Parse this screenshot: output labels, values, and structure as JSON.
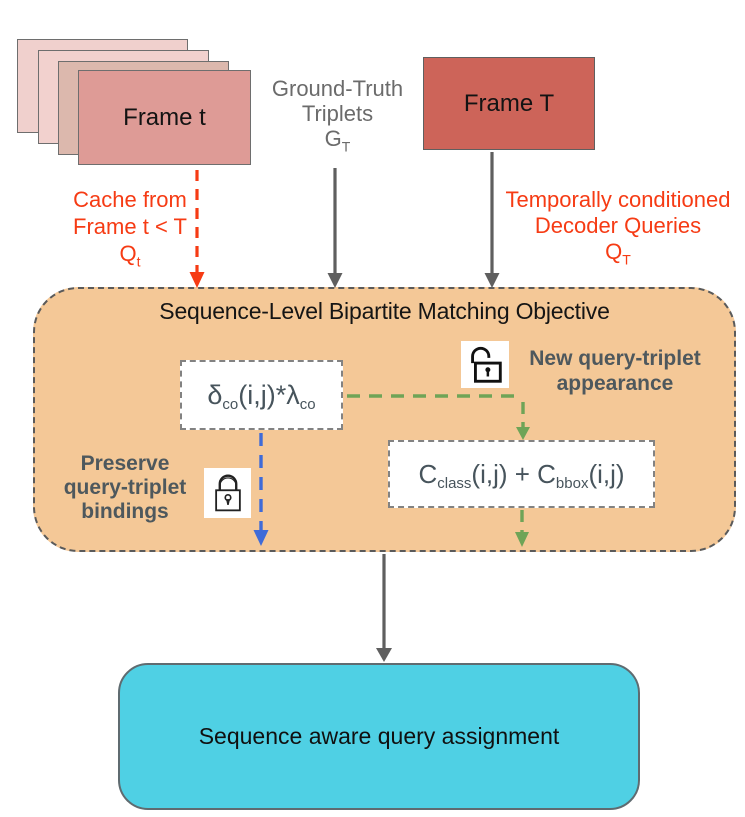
{
  "colors": {
    "accent_red": "#f63b14",
    "frame_stack_back1": "#f0d0cd",
    "frame_stack_back2": "#f2d1ce",
    "frame_stack_back3": "#dcb8ad",
    "frame_t_fill": "#de9b96",
    "frame_T_fill": "#cd6459",
    "matching_box_fill": "#f4c897",
    "output_box_fill": "#4fd0e4",
    "green_arrow": "#6fa457",
    "blue_arrow": "#3f6bd8",
    "gray_arrow": "#5f5f5f",
    "gray_text": "#6b6b6b",
    "dark_label_text": "#4e585d"
  },
  "frames_stack": {
    "front_label": "Frame t"
  },
  "frame_T": {
    "label": "Frame T"
  },
  "ground_truth_label": {
    "line1": "Ground-Truth",
    "line2": "Triplets",
    "symbol": "G",
    "subscript": "T"
  },
  "cache_label": {
    "line1": "Cache from",
    "line2": "Frame t < T",
    "symbol": "Q",
    "subscript": "t"
  },
  "decoder_label": {
    "line1": "Temporally conditioned",
    "line2": "Decoder Queries",
    "symbol": "Q",
    "subscript": "T"
  },
  "matching_box": {
    "title": "Sequence-Level Bipartite Matching Objective",
    "delta_formula": {
      "term1": "δ",
      "sub1": "co",
      "term2": "(i,j)*λ",
      "sub2": "co"
    },
    "cost_formula": {
      "term1": "C",
      "sub1": "class",
      "term2": "(i,j) + C",
      "sub2": "bbox",
      "term3": "(i,j)"
    },
    "new_query_label": {
      "line1": "New query-triplet",
      "line2": "appearance"
    },
    "preserve_label": {
      "line1": "Preserve",
      "line2": "query-triplet",
      "line3": "bindings"
    },
    "icons": {
      "unlock": "lock-open-icon",
      "lock": "lock-closed-icon"
    }
  },
  "output_box": {
    "label": "Sequence aware query assignment"
  },
  "arrows": [
    {
      "name": "cache-arrow",
      "from": "frames-stack",
      "to": "matching-box",
      "style": "dashed",
      "color": "#f63b14"
    },
    {
      "name": "ground-truth-arrow",
      "from": "ground-truth-triplets",
      "to": "matching-box",
      "style": "solid",
      "color": "#5f5f5f"
    },
    {
      "name": "decoder-queries-arrow",
      "from": "frame-T",
      "to": "matching-box",
      "style": "solid",
      "color": "#5f5f5f"
    },
    {
      "name": "new-appearance-arrow",
      "from": "delta-box",
      "to": "cost-box",
      "style": "dashed",
      "color": "#6fa457"
    },
    {
      "name": "preserve-bindings-arrow",
      "from": "delta-box",
      "to": "matching-box-bottom",
      "style": "dashed",
      "color": "#3f6bd8"
    },
    {
      "name": "cost-output-arrow",
      "from": "cost-box",
      "to": "matching-box-bottom",
      "style": "dashed",
      "color": "#6fa457"
    },
    {
      "name": "assignment-arrow",
      "from": "matching-box",
      "to": "output-box",
      "style": "solid",
      "color": "#5f5f5f"
    }
  ]
}
